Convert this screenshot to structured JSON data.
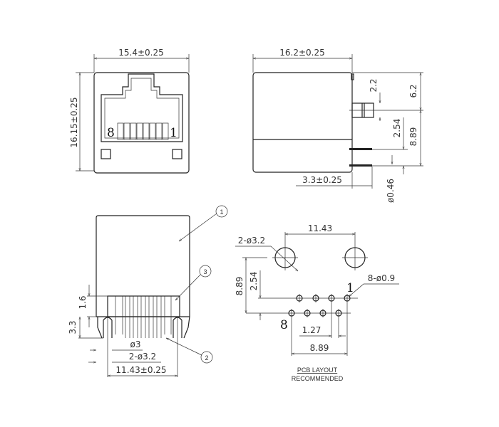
{
  "front_view": {
    "width_dim": "15.4±0.25",
    "height_dim": "16.15±0.25",
    "pin_label_left": "8",
    "pin_label_right": "1"
  },
  "side_view": {
    "length_dim": "16.2±0.25",
    "dim_a": "2.2",
    "dim_b": "6.2",
    "dim_c": "2.54",
    "dim_d": "8.89",
    "pin_length": "3.3±0.25",
    "pin_dia": "ø0.46"
  },
  "bottom_view": {
    "dim_top": "1.6",
    "dim_pin": "3.3",
    "post_dia": "ø3",
    "hole_dia": "2-ø3.2",
    "span": "11.43±0.25",
    "callouts": [
      "1",
      "2",
      "3"
    ]
  },
  "pcb_layout": {
    "span": "11.43",
    "big_holes": "2-ø3.2",
    "small_holes": "8-ø0.9",
    "row_dim": "8.89",
    "row_offset": "2.54",
    "pitch": "1.27",
    "pin_span": "8.89",
    "pin1": "1",
    "pin8": "8",
    "title": "PCB LAYOUT",
    "subtitle": "RECOMMENDED"
  }
}
